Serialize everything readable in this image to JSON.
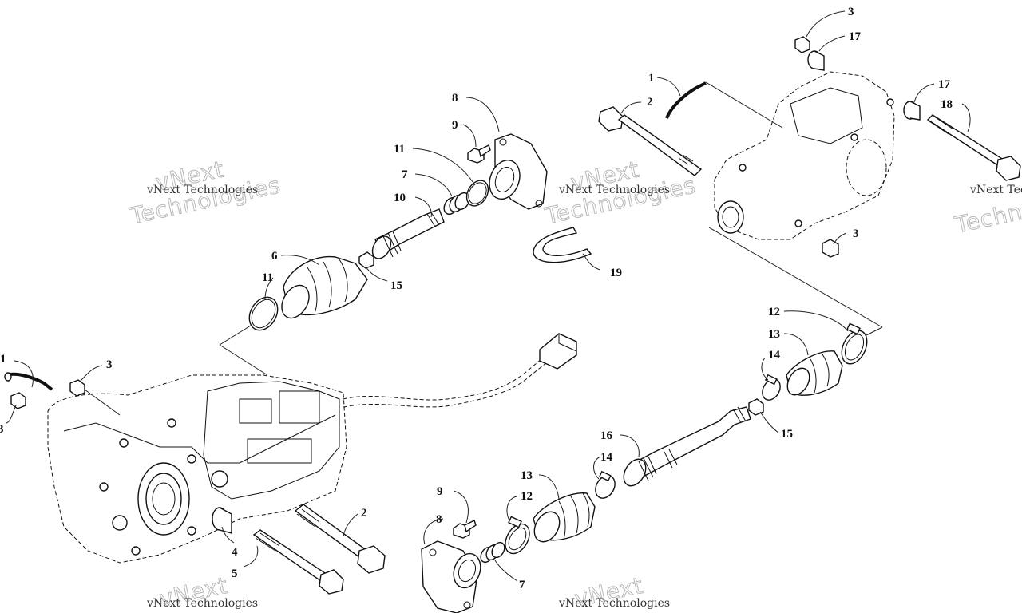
{
  "watermark": {
    "big_line1": "vNext",
    "big_line2": "Technologies",
    "small": "vNext Technologies"
  },
  "callouts": {
    "n1": "1",
    "n2": "2",
    "n3": "3",
    "n4": "4",
    "n5": "5",
    "n6": "6",
    "n7": "7",
    "n8": "8",
    "n9": "9",
    "n10": "10",
    "n11": "11",
    "n12": "12",
    "n13": "13",
    "n14": "14",
    "n15": "15",
    "n16": "16",
    "n17": "17",
    "n18": "18",
    "n19": "19"
  }
}
